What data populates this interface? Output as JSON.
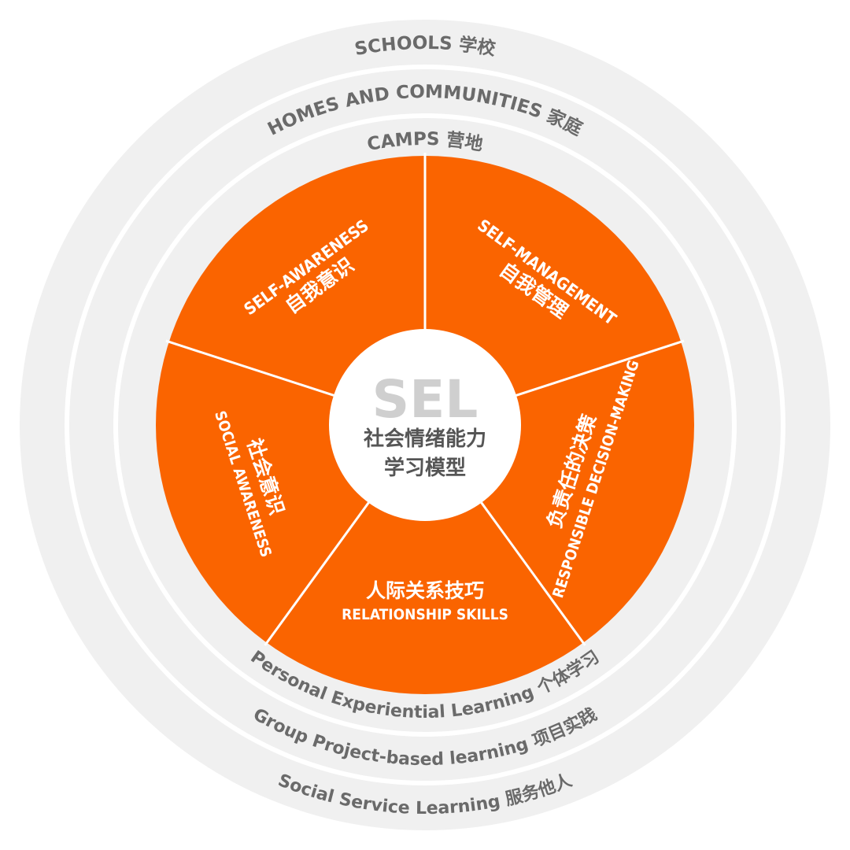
{
  "center": {
    "title": "SEL",
    "subtitle_line1": "社会情绪能力",
    "subtitle_line2": "学习模型"
  },
  "rings": {
    "top": [
      {
        "label": "SCHOOLS  学校"
      },
      {
        "label": "HOMES AND COMMUNITIES  家庭"
      },
      {
        "label": "CAMPS  营地"
      }
    ],
    "bottom": [
      {
        "label": "Personal Experiential Learning  个体学习"
      },
      {
        "label": "Group Project-based learning  项目实践"
      },
      {
        "label": "Social Service Learning  服务他人"
      }
    ]
  },
  "segments": [
    {
      "id": "self-awareness",
      "en": "SELF-AWARENESS",
      "cn": "自我意识"
    },
    {
      "id": "self-management",
      "en": "SELF-MANAGEMENT",
      "cn": "自我管理"
    },
    {
      "id": "responsible-decision-making",
      "en": "RESPONSIBLE DECISION-MAKING",
      "cn": "负责任的决策"
    },
    {
      "id": "relationship-skills",
      "en": "RELATIONSHIP SKILLS",
      "cn": "人际关系技巧"
    },
    {
      "id": "social-awareness",
      "en": "SOCIAL AWARENESS",
      "cn": "社会意识"
    }
  ],
  "colors": {
    "segment_fill": "#fa6400",
    "divider": "#ffffff",
    "outer_ring": "#f0f0f0",
    "middle_ring": "#f0f0f0",
    "inner_ring": "#f0f0f0",
    "ring_gap": "#ffffff",
    "center_fill": "#ffffff",
    "ring_text": "#6a6a6a",
    "center_title": "#cfcfcf",
    "center_subtitle": "#555555"
  }
}
